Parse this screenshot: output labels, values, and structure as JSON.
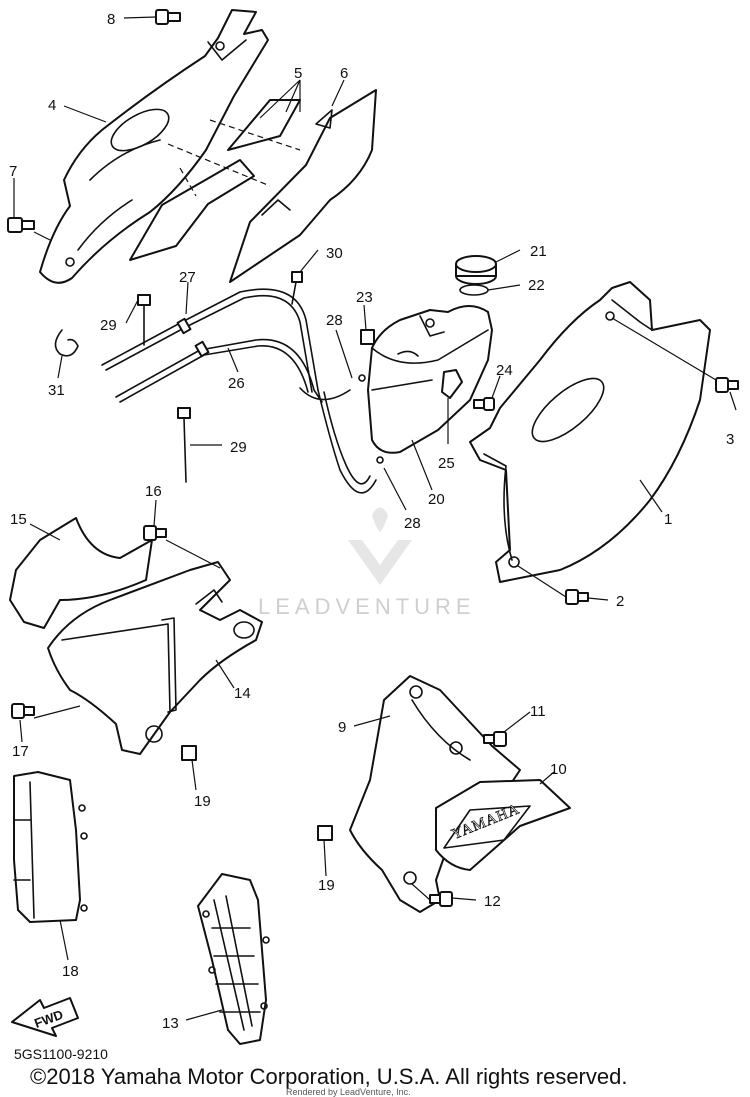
{
  "diagram": {
    "type": "exploded-parts-diagram",
    "callouts": {
      "1": "1",
      "2": "2",
      "3": "3",
      "4": "4",
      "5": "5",
      "6": "6",
      "7": "7",
      "8": "8",
      "9": "9",
      "10": "10",
      "11": "11",
      "12": "12",
      "13": "13",
      "14": "14",
      "15": "15",
      "16": "16",
      "17": "17",
      "18": "18",
      "19": "19",
      "20": "20",
      "21": "21",
      "22": "22",
      "23": "23",
      "24": "24",
      "25": "25",
      "26": "26",
      "27": "27",
      "28": "28",
      "29": "29",
      "30": "30",
      "31": "31"
    },
    "fwd_label": "FWD",
    "decal_text": "YAMAHA",
    "watermark_text": "LEADVENTURE",
    "diagram_code": "5GS1100-9210"
  },
  "footer": {
    "copyright": "©2018 Yamaha Motor Corporation, U.S.A. All rights reserved.",
    "render_credit": "Rendered by LeadVenture, Inc."
  },
  "colors": {
    "line": "#111111",
    "background": "#ffffff",
    "watermark": "#cfcfcf"
  }
}
